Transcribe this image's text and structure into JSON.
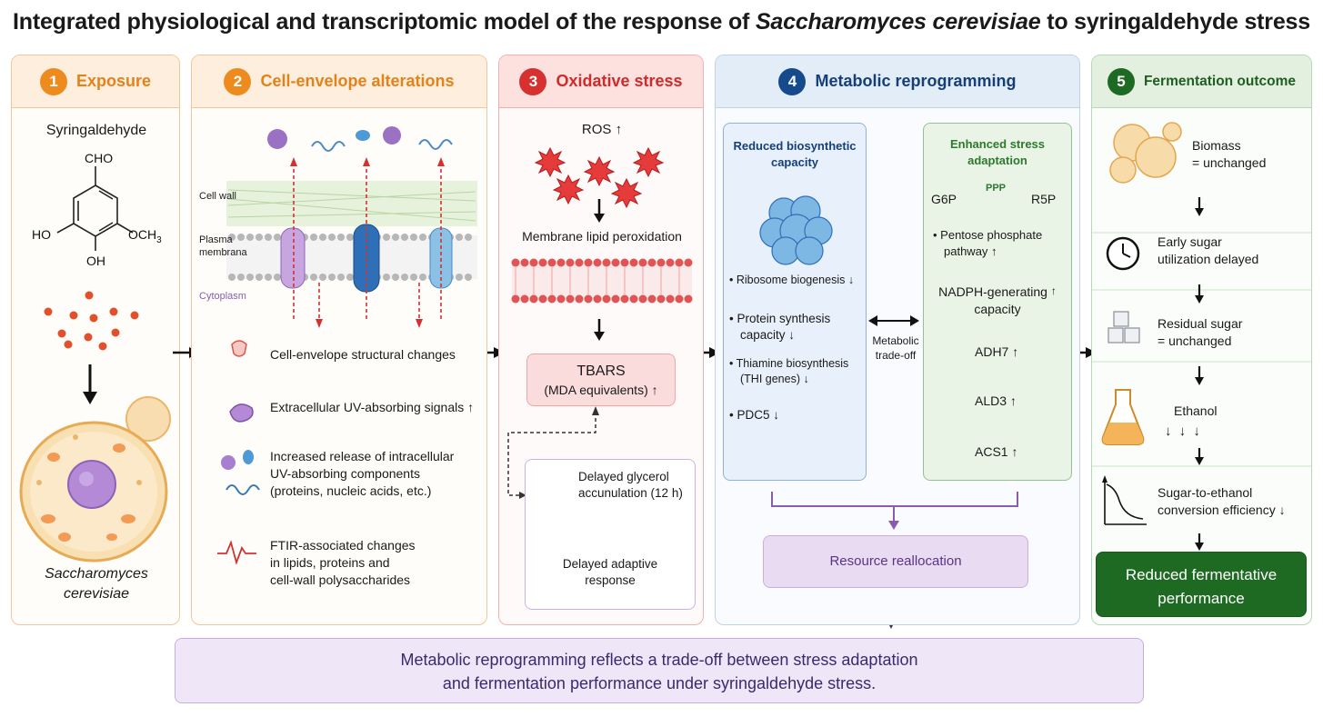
{
  "title": {
    "prefix": "Integrated physiological and transcriptomic model of the response of",
    "organism": "Saccharomyces cerevisiae",
    "suffix": "to syringaldehyde stress"
  },
  "panel1": {
    "num": "1",
    "heading": "Exposure",
    "compound": "Syringaldehyde",
    "chem": {
      "cho": "CHO",
      "ho": "HO",
      "och3": "OCH",
      "och3_sub": "3",
      "oh": "OH"
    },
    "organism_line1": "Saccharomyces",
    "organism_line2": "cerevisiae"
  },
  "panel2": {
    "num": "2",
    "heading": "Cell-envelope alterations",
    "labels": {
      "cell_wall": "Cell wall",
      "plasma1": "Plasma",
      "plasma2": "membrana",
      "cytoplasm": "Cytoplasm"
    },
    "items": [
      "Cell-envelope structural changes",
      "Extracellular UV-absorbing signals ↑",
      "Increased release of intracellular",
      "UV-absorbing components",
      "(proteins, nucleic acids, etc.)",
      "FTIR-associated changes",
      "in lipids, proteins and",
      "cell-wall polysaccharides"
    ]
  },
  "panel3": {
    "num": "3",
    "heading": "Oxidative stress",
    "ros": "ROS ↑",
    "peroxidation": "Membrane lipid peroxidation",
    "tbars": "TBARS",
    "tbars_sub": "(MDA equivalents) ↑",
    "glycerol1": "Delayed glycerol",
    "glycerol2": "accunulation (12 h)",
    "adaptive1": "Delayed adaptive",
    "adaptive2": "response"
  },
  "panel4": {
    "num": "4",
    "heading": "Metabolic reprogramming",
    "left_title1": "Reduced biosynthetic",
    "left_title2": "capacity",
    "left_items": [
      "• Ribosome biogenesis ↓",
      "• Protein synthesis",
      "capacity ↓",
      "• Thiamine biosynthesis",
      "(THI genes) ↓",
      "• PDC5 ↓"
    ],
    "tradeoff1": "Metabolic",
    "tradeoff2": "trade-off",
    "right_title1": "Enhanced stress",
    "right_title2": "adaptation",
    "g6p": "G6P",
    "ppp": "PPP",
    "r5p": "R5P",
    "pentose1": "• Pentose phosphate",
    "pentose2": "pathway ↑",
    "nadph1": "NADPH-generating",
    "nadph_arrow": "↑",
    "nadph2": "capacity",
    "genes": [
      "ADH7 ↑",
      "ALD3 ↑",
      "ACS1 ↑"
    ],
    "reallocation": "Resource reallocation"
  },
  "panel5": {
    "num": "5",
    "heading": "Fermentation outcome",
    "biomass1": "Biomass",
    "biomass2": "= unchanged",
    "sugar1": "Early sugar",
    "sugar2": "utilization delayed",
    "residual1": "Residual sugar",
    "residual2": "= unchanged",
    "ethanol": "Ethanol",
    "ethanol_arrows": "↓ ↓ ↓",
    "conv1": "Sugar-to-ethanol",
    "conv2": "conversion efficiency ↓",
    "result1": "Reduced fermentative",
    "result2": "performance"
  },
  "conclusion": {
    "line1": "Metabolic reprogramming reflects a trade-off between stress adaptation",
    "line2": "and fermentation performance under syringaldehyde stress."
  },
  "colors": {
    "orange": "#ee8b1e",
    "red": "#d63030",
    "navy": "#154a8c",
    "green": "#1f6a22",
    "purple": "#8a5cb0"
  }
}
